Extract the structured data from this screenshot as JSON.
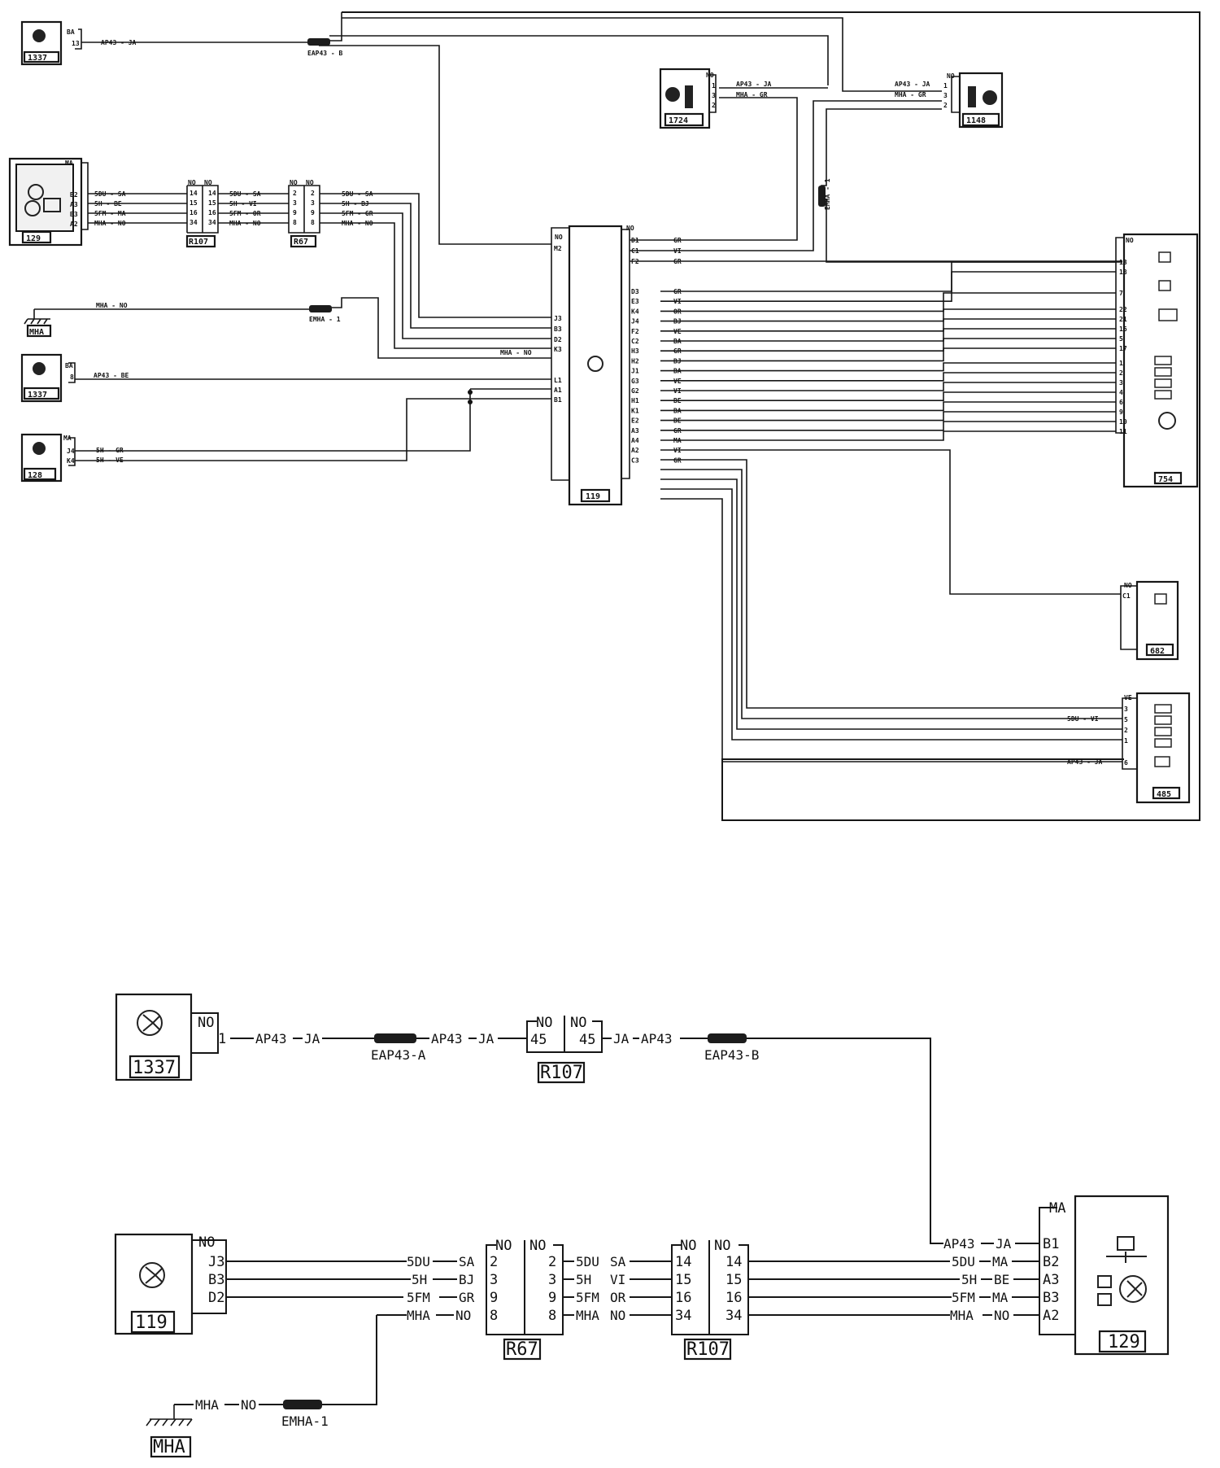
{
  "diagram": {
    "colors": {
      "line": "#161616",
      "background": "#ffffff",
      "splice": "#1c1c1c"
    },
    "upper": {
      "components": [
        {
          "id": "1337",
          "icon": "sensor-icon",
          "connector": "BA",
          "pins": [
            "13"
          ],
          "wires": [
            "AP43 - JA"
          ]
        },
        {
          "id": "129",
          "icon": "sensor-icon",
          "connector": "MA",
          "pins": [
            "B2",
            "A3",
            "B3",
            "A2"
          ],
          "wires": [
            "5DU - SA",
            "5H - BE",
            "5FM - MA",
            "MHA - NO"
          ]
        },
        {
          "id": "R107",
          "connector_l": "NO",
          "connector_r": "NO",
          "pins": [
            "14",
            "15",
            "16",
            "34"
          ],
          "wires": [
            "5DU - SA",
            "5H - VI",
            "5FM - OR",
            "MHA - NO"
          ]
        },
        {
          "id": "R67",
          "connector_l": "NO",
          "connector_r": "NO",
          "pins": [
            "2",
            "3",
            "9",
            "8"
          ],
          "wires": [
            "5DU - SA",
            "5H - BJ",
            "5FM - GR",
            "MHA - NO"
          ]
        },
        {
          "id": "MHA",
          "ground_wire": "MHA - NO",
          "splice": "EMHA - 1"
        },
        {
          "id": "1337",
          "icon": "sensor-icon",
          "connector": "BA",
          "pins": [
            "8"
          ],
          "wires": [
            "AP43 - BE"
          ]
        },
        {
          "id": "128",
          "icon": "sensor-icon",
          "connector": "MA",
          "pins": [
            "J4",
            "K4"
          ],
          "wires": [
            "5H - GR",
            "5H - VE"
          ]
        },
        {
          "id": "1724",
          "connector": "NO",
          "pins": [
            "1",
            "3",
            "2"
          ],
          "wires": [
            "AP43 - JA",
            "MHA - GR"
          ]
        },
        {
          "id": "1148",
          "connector": "NO",
          "pins": [
            "1",
            "3",
            "2"
          ],
          "wires": [
            "AP43 - JA",
            "MHA - GR"
          ]
        },
        {
          "id": "119",
          "icon": "ecu-icon",
          "connector": "NO",
          "pins_left": [
            "M2",
            "J3",
            "B3",
            "D2",
            "K3",
            "L1",
            "A1",
            "B1"
          ],
          "pins_right": [
            "D1",
            "C1",
            "F2",
            "D3",
            "E3",
            "K4",
            "J4",
            "F2",
            "C2",
            "H3",
            "H2",
            "J1",
            "G3",
            "G2",
            "H1",
            "K1",
            "E2",
            "A3",
            "A4",
            "A2",
            "C3"
          ]
        },
        {
          "id": "754",
          "connector": "NO",
          "pins": [
            "13",
            "18",
            "7",
            "22",
            "21",
            "16",
            "5",
            "17",
            "1",
            "2",
            "3",
            "4",
            "6",
            "9",
            "10",
            "11"
          ]
        },
        {
          "id": "682",
          "connector": "NO",
          "pins": [
            "C1"
          ]
        },
        {
          "id": "485",
          "connector": "VE",
          "pins": [
            "3",
            "5",
            "2",
            "1",
            "6"
          ],
          "wires": [
            "5DU - VI",
            "AP43 - JA"
          ]
        }
      ],
      "splices": [
        "EAP43 - B",
        "EMHA - 1",
        "EMHA - 1"
      ],
      "wire_colors_right": [
        "GR",
        "VI",
        "GR",
        "GR",
        "VI",
        "OR",
        "BJ",
        "VE",
        "BA",
        "GR",
        "BJ",
        "BA",
        "VE",
        "VI",
        "BE",
        "BA",
        "BE",
        "GR",
        "MA",
        "VI",
        "GR"
      ]
    },
    "lower": {
      "c1337": {
        "id": "1337",
        "connector": "NO",
        "pin": "1"
      },
      "c119": {
        "id": "119",
        "connector": "NO",
        "pins": [
          "J3",
          "B3",
          "D2"
        ]
      },
      "r107a": {
        "id": "R107",
        "left": "NO",
        "right": "NO",
        "pin": "45"
      },
      "r67": {
        "id": "R67",
        "left": "NO",
        "right": "NO",
        "pins": [
          "2",
          "3",
          "9",
          "8"
        ]
      },
      "r107b": {
        "id": "R107",
        "left": "NO",
        "right": "NO",
        "pins": [
          "14",
          "15",
          "16",
          "34"
        ]
      },
      "c129": {
        "id": "129",
        "connector": "MA",
        "pins": [
          "B1",
          "B2",
          "A3",
          "B3",
          "A2"
        ]
      },
      "mha": {
        "id": "MHA"
      },
      "labels": {
        "t1": "AP43",
        "t2": "JA",
        "t3": "AP43",
        "t4": "JA",
        "t5": "JA",
        "t6": "AP43",
        "s1": "EAP43-A",
        "s2": "EAP43-B",
        "s3": "EMHA-1",
        "l1a": "5DU",
        "l1b": "SA",
        "l2a": "5H",
        "l2b": "BJ",
        "l3a": "5FM",
        "l3b": "GR",
        "l4a": "MHA",
        "l4b": "NO",
        "m1": "5DU",
        "m1b": "SA",
        "m2": "5H",
        "m2b": "VI",
        "m3": "5FM",
        "m3b": "OR",
        "m4": "MHA",
        "m4b": "NO",
        "r1": "AP43",
        "r1b": "JA",
        "r2": "5DU",
        "r2b": "MA",
        "r3": "5H",
        "r3b": "BE",
        "r4": "5FM",
        "r4b": "MA",
        "r5": "MHA",
        "r5b": "NO",
        "g1": "MHA",
        "g2": "NO"
      }
    }
  }
}
